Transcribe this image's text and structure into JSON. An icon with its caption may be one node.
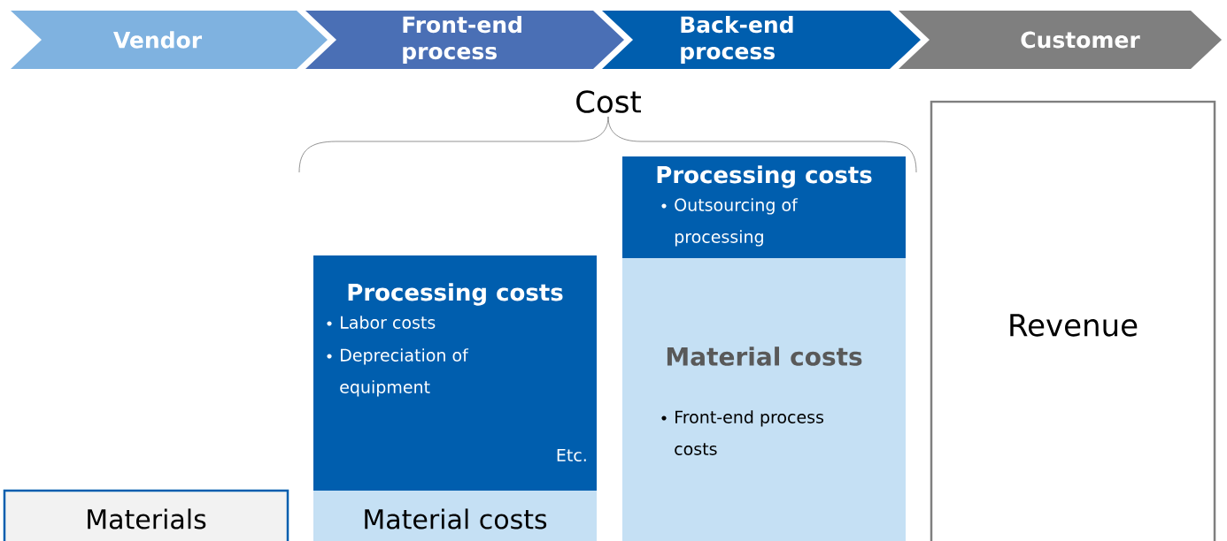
{
  "diagram": {
    "nodes": [
      {
        "text": [
          "Vendor"
        ]
      },
      {
        "text": [
          "Front-end process"
        ]
      },
      {
        "text": [
          "Back-end process"
        ]
      },
      {
        "text": [
          "Customer"
        ]
      },
      {
        "text": [
          "Materials"
        ]
      },
      {
        "text": [
          "Processing costs",
          "Labor costs",
          "Depreciation of equipment",
          "Etc."
        ]
      },
      {
        "text": [
          "Material costs"
        ]
      },
      {
        "text": [
          "Processing costs",
          "Outsourcing of processing"
        ]
      },
      {
        "text": [
          "Material costs",
          "Front-end process costs"
        ]
      },
      {
        "text": [
          "Revenue"
        ]
      }
    ],
    "labels": [
      "Cost"
    ]
  }
}
